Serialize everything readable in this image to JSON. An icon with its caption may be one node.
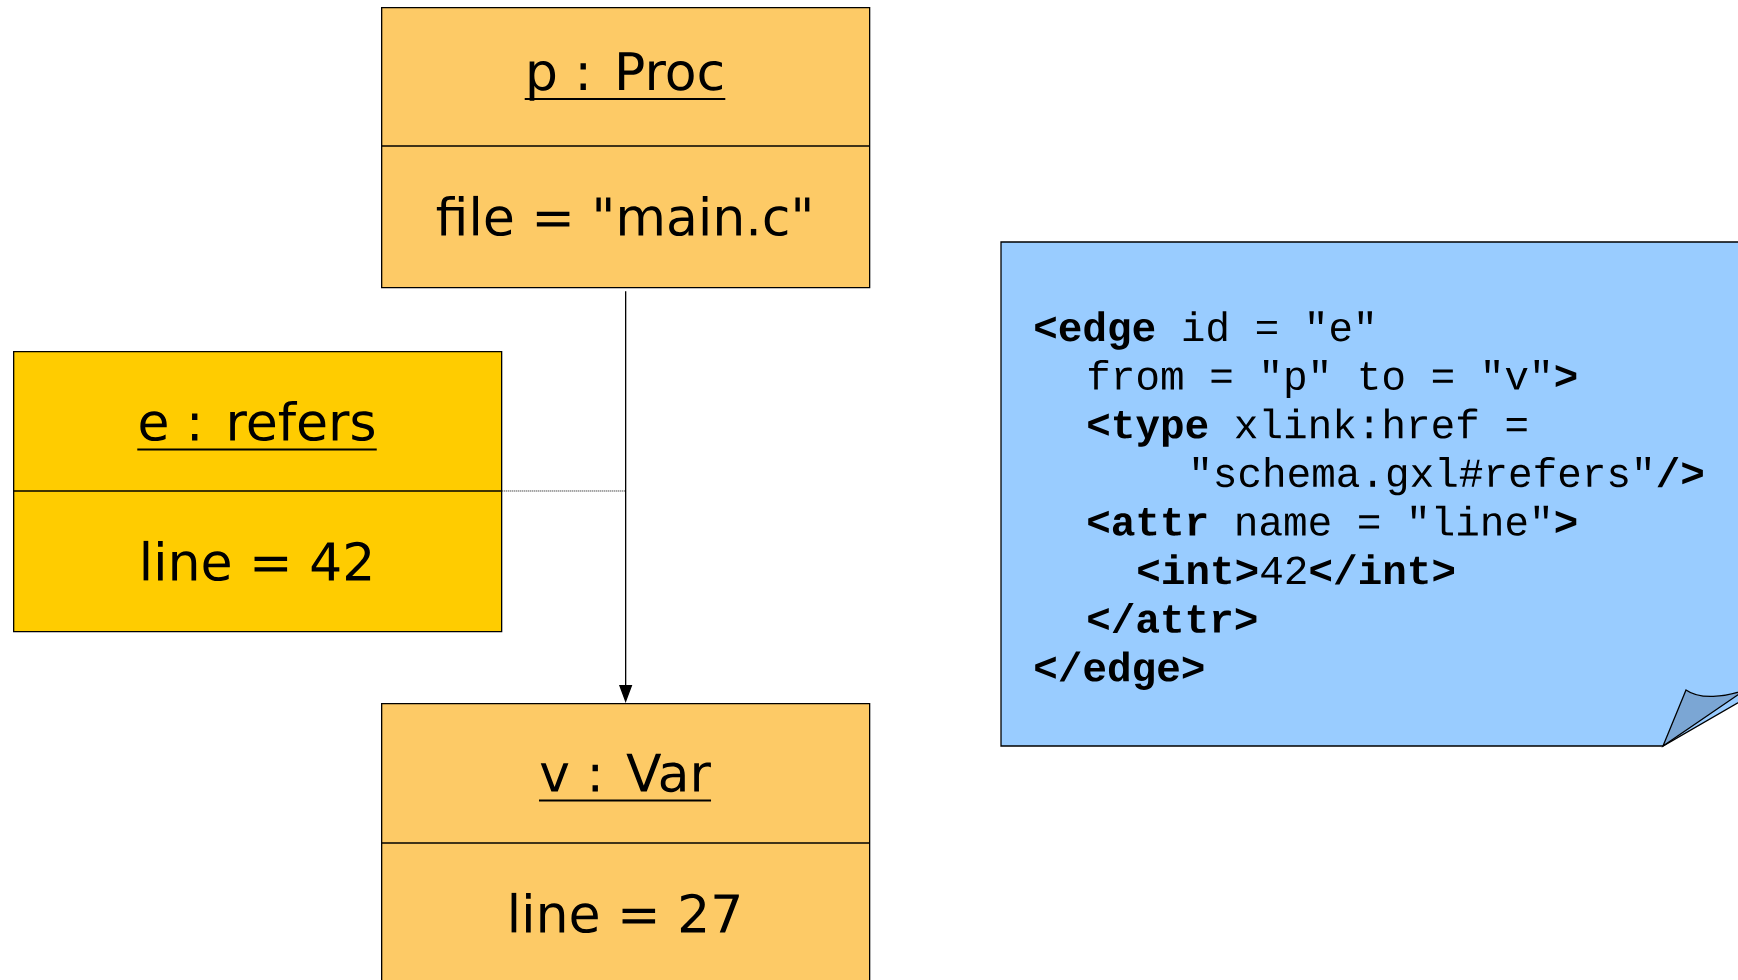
{
  "diagram": {
    "nodes": [
      {
        "text": [
          "p :  Proc",
          "file = \"main.c\""
        ]
      },
      {
        "text": [
          "e :  refers",
          "line = 42"
        ]
      },
      {
        "text": [
          "v :  Var",
          "line = 27"
        ]
      },
      {
        "text": [
          "**<edge** id = \"e\"",
          "from = \"p\" to = \"v\"**>**",
          "**<type** xlink:href =",
          "\"schema.gxl#refers\"**/>**",
          "**<attr** name = \"line\"**>**",
          "**<int>**42**</int>**",
          "**</attr>**",
          "**</edge>**"
        ]
      }
    ],
    "edges": [
      {
        "from": 0,
        "to": 2,
        "arrow": "to"
      },
      {
        "from": 1,
        "to": null,
        "arrow": "none",
        "style": "dashed"
      }
    ]
  }
}
